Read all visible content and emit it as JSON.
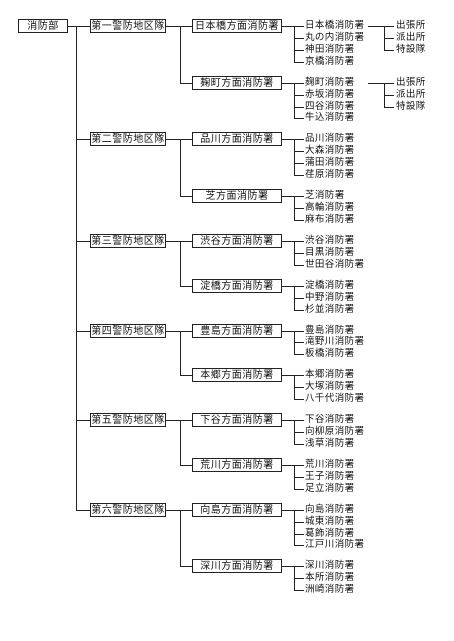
{
  "root": "消防部",
  "divisions": [
    {
      "name": "第一警防地区隊",
      "offices": [
        {
          "name": "日本橋方面消防署",
          "stations": [
            "日本橋消防署",
            "丸の内消防署",
            "神田消防署",
            "京橋消防署"
          ],
          "units": [
            "出張所",
            "派出所",
            "特設隊"
          ]
        },
        {
          "name": "麹町方面消防署",
          "stations": [
            "麹町消防署",
            "赤坂消防署",
            "四谷消防署",
            "牛込消防署"
          ],
          "units": [
            "出張所",
            "派出所",
            "特設隊"
          ]
        }
      ]
    },
    {
      "name": "第二警防地区隊",
      "offices": [
        {
          "name": "品川方面消防署",
          "stations": [
            "品川消防署",
            "大森消防署",
            "蒲田消防署",
            "荏原消防署"
          ]
        },
        {
          "name": "芝方面消防署",
          "stations": [
            "芝消防署",
            "高輪消防署",
            "麻布消防署"
          ]
        }
      ]
    },
    {
      "name": "第三警防地区隊",
      "offices": [
        {
          "name": "渋谷方面消防署",
          "stations": [
            "渋谷消防署",
            "目黒消防署",
            "世田谷消防署"
          ]
        },
        {
          "name": "淀橋方面消防署",
          "stations": [
            "淀橋消防署",
            "中野消防署",
            "杉並消防署"
          ]
        }
      ]
    },
    {
      "name": "第四警防地区隊",
      "offices": [
        {
          "name": "豊島方面消防署",
          "stations": [
            "豊島消防署",
            "滝野川消防署",
            "板橋消防署"
          ]
        },
        {
          "name": "本郷方面消防署",
          "stations": [
            "本郷消防署",
            "大塚消防署",
            "八千代消防署"
          ]
        }
      ]
    },
    {
      "name": "第五警防地区隊",
      "offices": [
        {
          "name": "下谷方面消防署",
          "stations": [
            "下谷消防署",
            "向柳原消防署",
            "浅草消防署"
          ]
        },
        {
          "name": "荒川方面消防署",
          "stations": [
            "荒川消防署",
            "王子消防署",
            "足立消防署"
          ]
        }
      ]
    },
    {
      "name": "第六警防地区隊",
      "offices": [
        {
          "name": "向島方面消防署",
          "stations": [
            "向島消防署",
            "城東消防署",
            "葛飾消防署",
            "江戸川消防署"
          ]
        },
        {
          "name": "深川方面消防署",
          "stations": [
            "深川消防署",
            "本所消防署",
            "洲崎消防署"
          ]
        }
      ]
    }
  ]
}
